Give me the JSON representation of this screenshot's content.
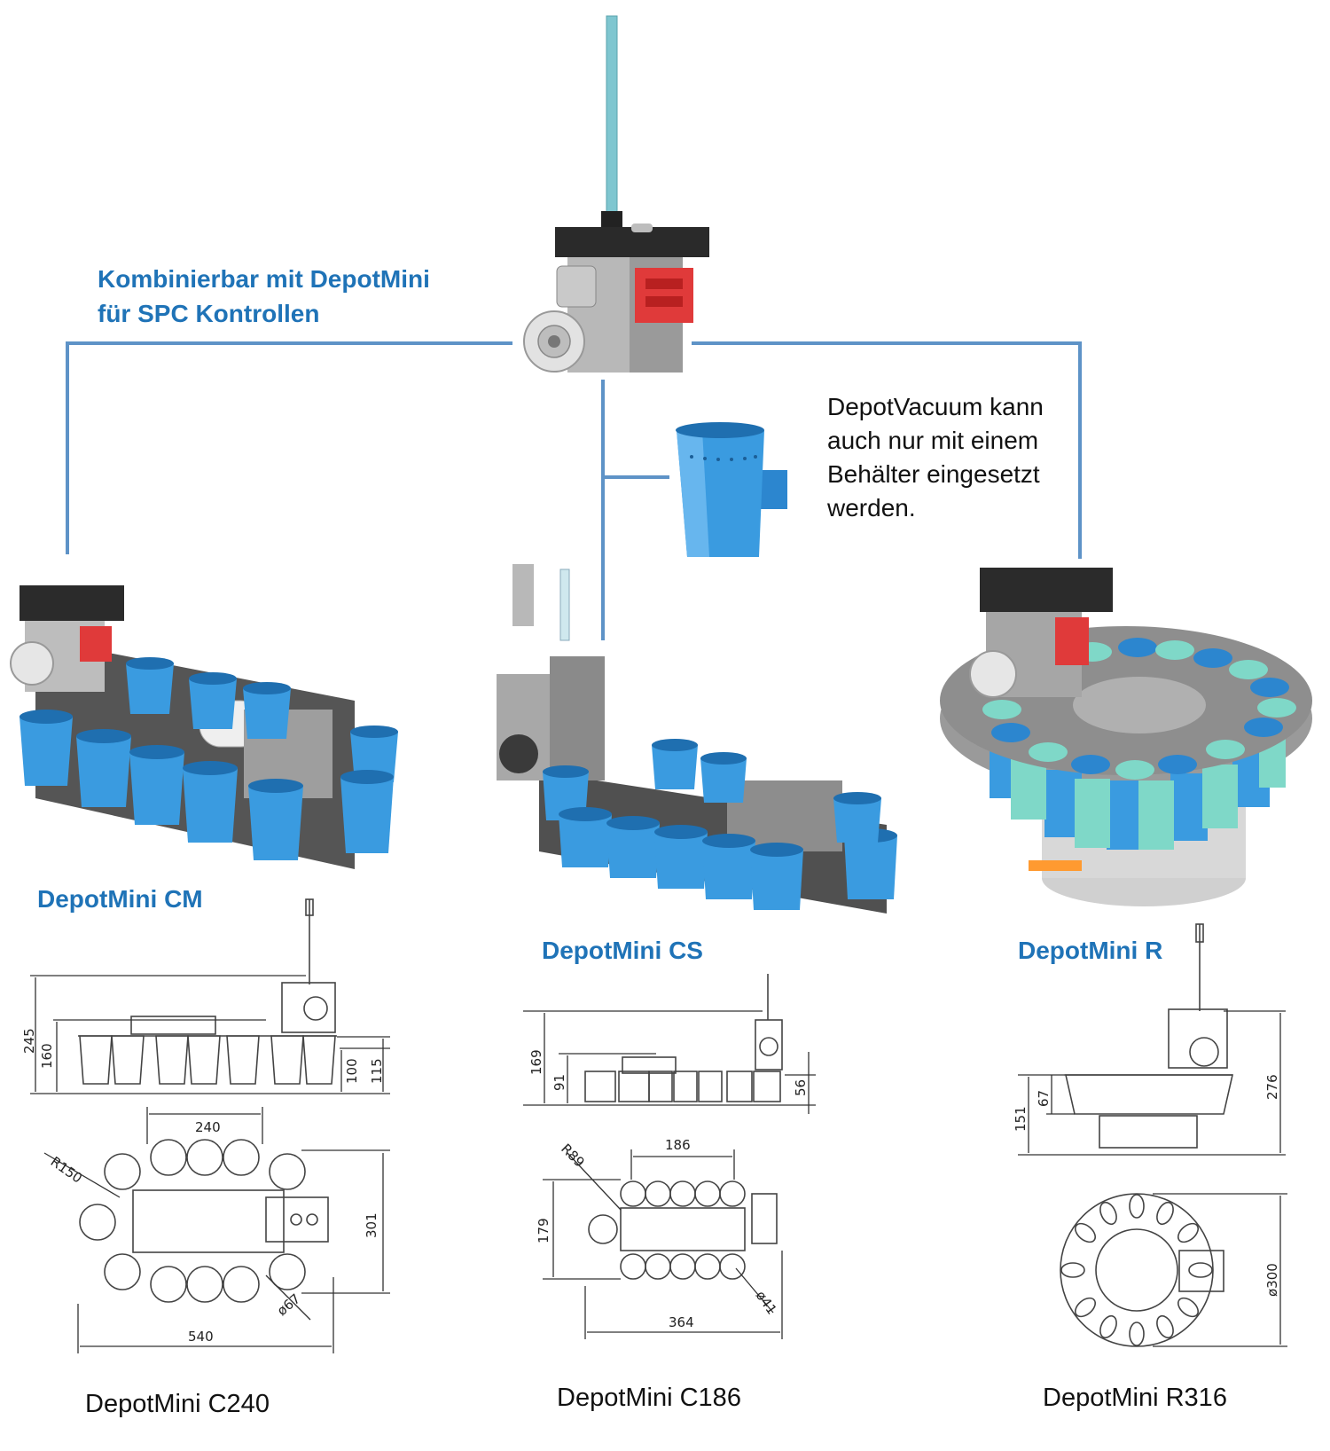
{
  "colors": {
    "accent": "#1f73b7",
    "connector": "#5e93c7",
    "cup_blue": "#3a9be0",
    "cup_mint": "#7fd8c8",
    "valve_red": "#e03a3a"
  },
  "labels": {
    "combinable": [
      "Kombinierbar mit DepotMini",
      "für SPC Kontrollen"
    ],
    "note": [
      "DepotVacuum kann",
      "auch nur mit einem",
      "Behälter eingesetzt",
      "werden."
    ],
    "model_cm": "DepotMini CM",
    "model_cs": "DepotMini CS",
    "model_r": "DepotMini R"
  },
  "captions": {
    "c240": "DepotMini C240",
    "c186": "DepotMini C186",
    "r316": "DepotMini R316"
  },
  "dimensions": {
    "cm_side": [
      "245",
      "160",
      "100",
      "115"
    ],
    "cm_top": [
      "240",
      "R150",
      "301",
      "ø67",
      "540"
    ],
    "cs_side": [
      "169",
      "91",
      "56"
    ],
    "cs_top": [
      "R89",
      "186",
      "179",
      "ø41",
      "364"
    ],
    "r_side": [
      "276",
      "67",
      "151"
    ],
    "r_top": [
      "ø300"
    ]
  },
  "icons": {
    "main_unit": "depotvacuum-unit-icon",
    "single_cup": "single-container-icon",
    "cm_machine": "depotmini-cm-machine-icon",
    "cs_machine": "depotmini-cs-machine-icon",
    "r_machine": "depotmini-r-machine-icon"
  }
}
